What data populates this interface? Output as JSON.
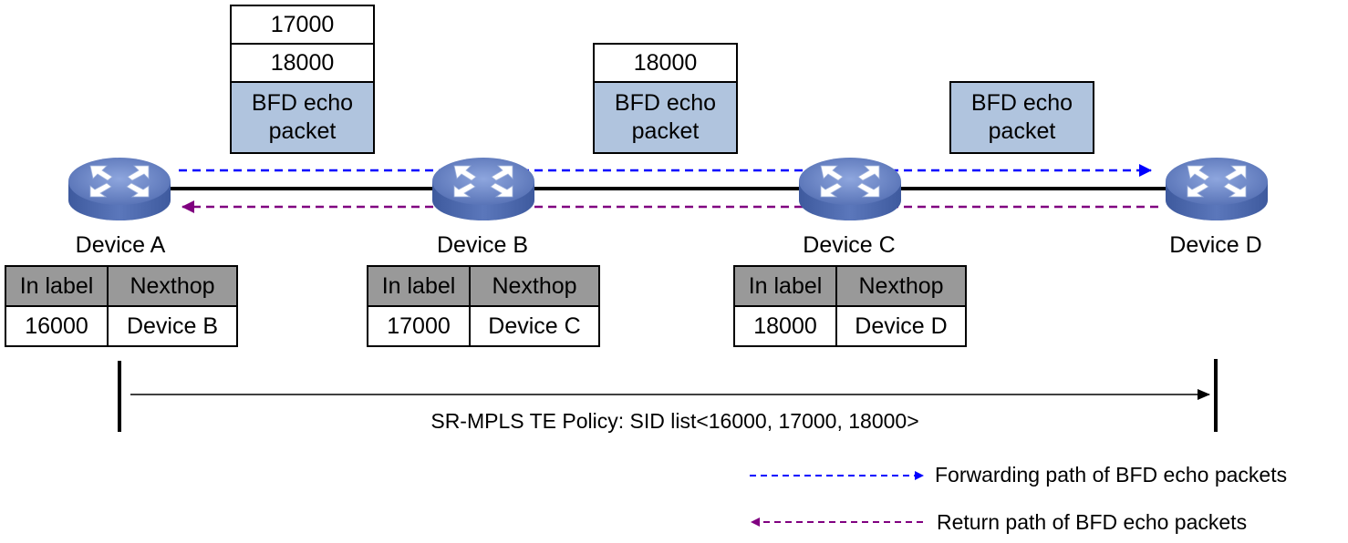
{
  "devices": [
    {
      "name": "Device A"
    },
    {
      "name": "Device B"
    },
    {
      "name": "Device C"
    },
    {
      "name": "Device D"
    }
  ],
  "packets": {
    "ab": [
      "17000",
      "18000",
      "BFD echo packet"
    ],
    "bc": [
      "18000",
      "BFD echo packet"
    ],
    "cd": [
      "BFD echo packet"
    ]
  },
  "tables": {
    "header": [
      "In label",
      "Nexthop"
    ],
    "a": {
      "in_label": "16000",
      "nexthop": "Device B"
    },
    "b": {
      "in_label": "17000",
      "nexthop": "Device C"
    },
    "c": {
      "in_label": "18000",
      "nexthop": "Device D"
    }
  },
  "policy": {
    "label": "SR-MPLS TE Policy: SID list<16000, 17000, 18000>"
  },
  "legend": {
    "forward": "Forwarding path of BFD echo packets",
    "return": "Return path of BFD echo packets"
  },
  "colors": {
    "forward": "#0000ff",
    "return": "#800080",
    "packet_fill": "#b0c4de",
    "table_header": "#999999",
    "router": "#5b77bb"
  },
  "icons": {
    "router": "router-icon"
  }
}
